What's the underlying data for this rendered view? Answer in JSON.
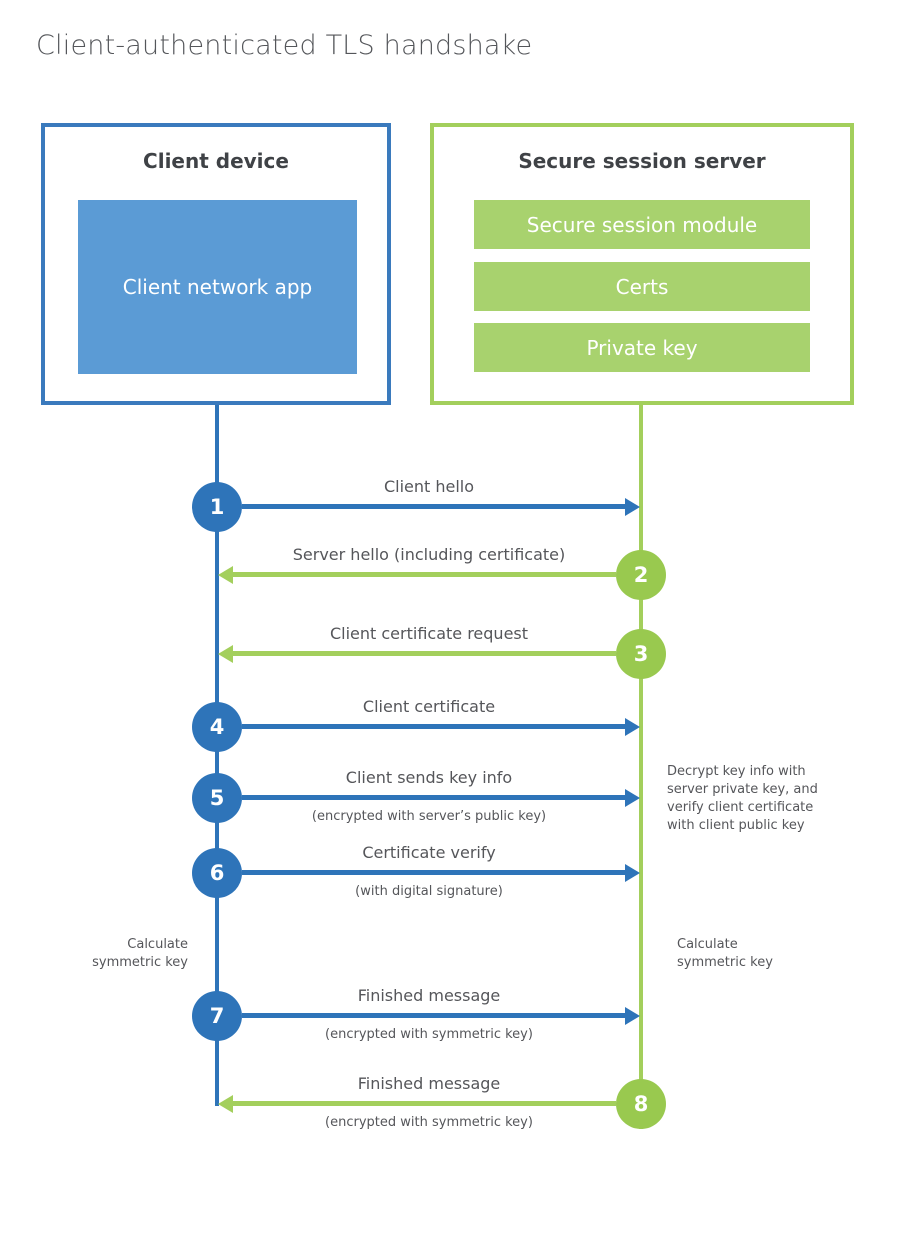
{
  "title": "Client-authenticated TLS handshake",
  "client": {
    "title": "Client device",
    "app_label": "Client network app"
  },
  "server": {
    "title": "Secure session server",
    "modules": [
      "Secure session module",
      "Certs",
      "Private key"
    ]
  },
  "messages": [
    {
      "step": "1",
      "from": "client",
      "to": "server",
      "label": "Client hello"
    },
    {
      "step": "2",
      "from": "server",
      "to": "client",
      "label": "Server hello (including certificate)"
    },
    {
      "step": "3",
      "from": "server",
      "to": "client",
      "label": "Client certificate request"
    },
    {
      "step": "4",
      "from": "client",
      "to": "server",
      "label": "Client certificate"
    },
    {
      "step": "5",
      "from": "client",
      "to": "server",
      "label": "Client sends key info",
      "sublabel": "(encrypted with server’s public key)"
    },
    {
      "step": "6",
      "from": "client",
      "to": "server",
      "label": "Certificate verify",
      "sublabel": "(with digital signature)"
    },
    {
      "step": "7",
      "from": "client",
      "to": "server",
      "label": "Finished message",
      "sublabel": "(encrypted with symmetric key)"
    },
    {
      "step": "8",
      "from": "server",
      "to": "client",
      "label": "Finished message",
      "sublabel": "(encrypted with symmetric key)"
    }
  ],
  "notes": {
    "decrypt": "Decrypt key info with server private key, and verify client certificate with client public key",
    "calc_client": "Calculate symmetric key",
    "calc_server": "Calculate symmetric key"
  },
  "colors": {
    "blue_accent": "#2e74b9",
    "blue_border": "#3a7abd",
    "blue_fill": "#5b9bd5",
    "green_accent": "#a3cf5c",
    "green_circle": "#99c94f",
    "green_fill": "#a8d26e",
    "text": "#55565a"
  }
}
